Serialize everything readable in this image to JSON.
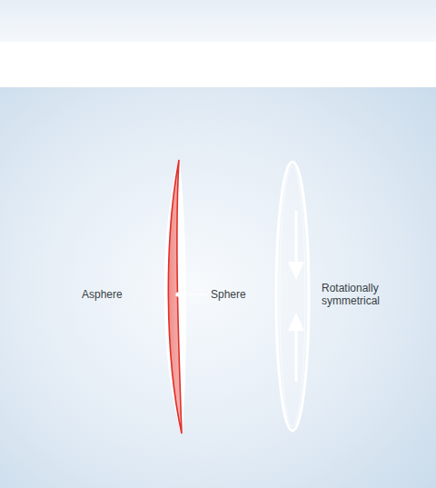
{
  "diagram": {
    "labels": [
      "Asphere",
      "Sphere",
      "Rotationally symmetrical"
    ]
  }
}
